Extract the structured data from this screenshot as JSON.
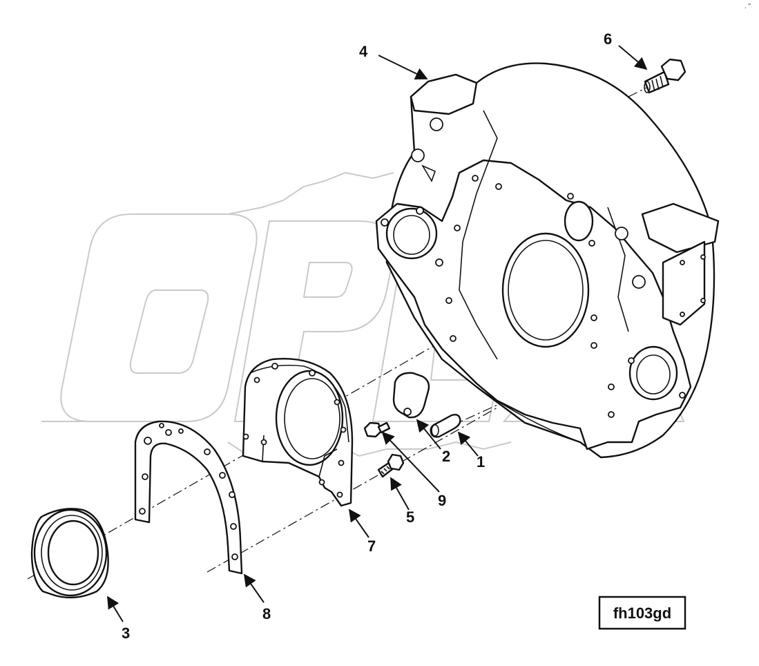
{
  "figure_id": "fh103gd",
  "watermark_text": "OPEX",
  "corner_mark": ". \"",
  "callouts": [
    {
      "id": "c1",
      "label": "1"
    },
    {
      "id": "c2",
      "label": "2"
    },
    {
      "id": "c3",
      "label": "3"
    },
    {
      "id": "c4",
      "label": "4"
    },
    {
      "id": "c5",
      "label": "5"
    },
    {
      "id": "c6",
      "label": "6"
    },
    {
      "id": "c7",
      "label": "7"
    },
    {
      "id": "c8",
      "label": "8"
    },
    {
      "id": "c9",
      "label": "9"
    }
  ]
}
